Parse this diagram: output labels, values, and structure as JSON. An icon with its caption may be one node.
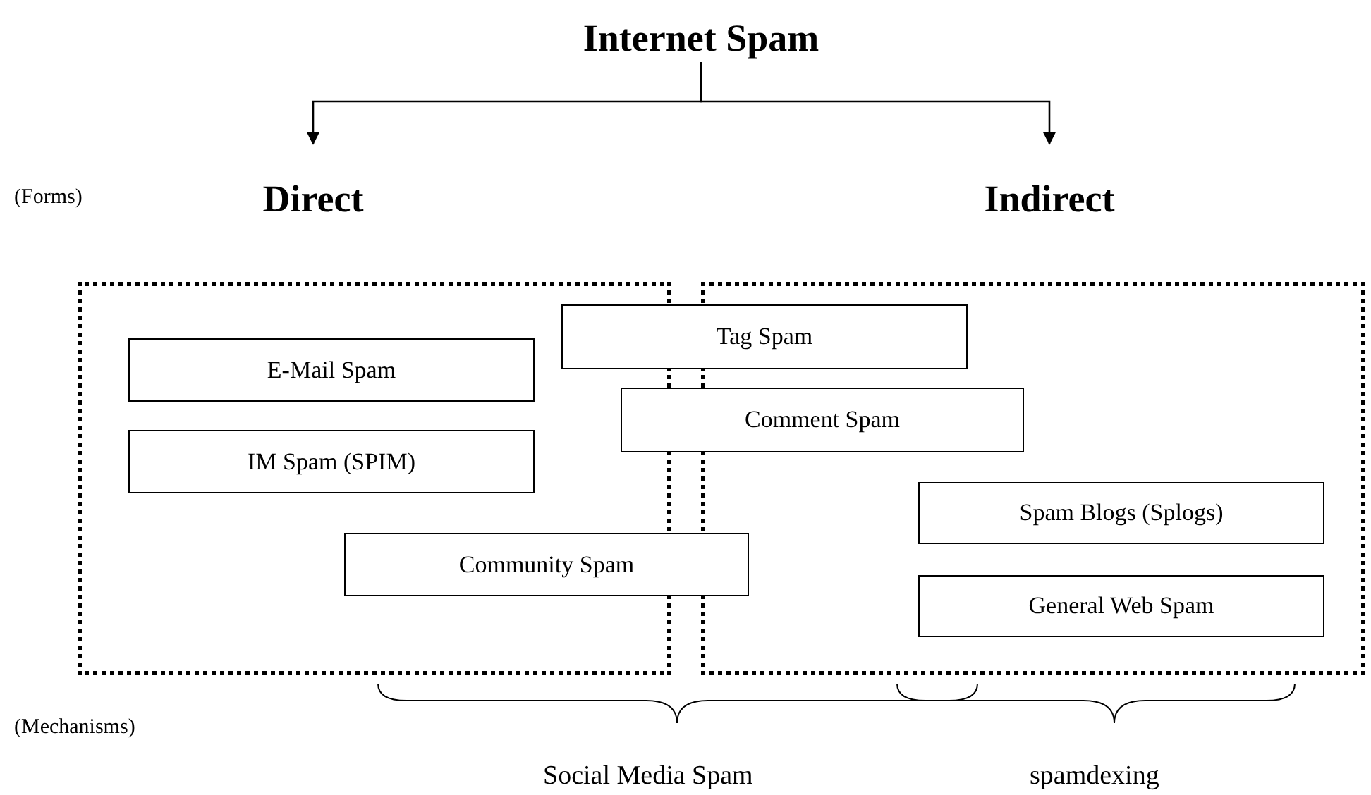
{
  "diagram": {
    "nodes": [
      {
        "text": [
          "Internet Spam"
        ]
      },
      {
        "text": [
          "Direct"
        ]
      },
      {
        "text": [
          "Indirect"
        ]
      },
      {
        "text": [],
        "shape": "box"
      },
      {
        "text": [],
        "shape": "box"
      },
      {
        "text": [
          "Tag Spam"
        ]
      },
      {
        "text": [
          "E-Mail Spam"
        ],
        "in": 3
      },
      {
        "text": [
          "Comment Spam"
        ]
      },
      {
        "text": [
          "IM Spam (SPIM)"
        ],
        "in": 3
      },
      {
        "text": [
          "Spam Blogs (Splogs)"
        ],
        "in": 4
      },
      {
        "text": [
          "Community Spam"
        ]
      },
      {
        "text": [
          "General Web Spam"
        ],
        "in": 4
      }
    ],
    "edges": [
      {
        "from": 0,
        "to": 1,
        "arrow": "to"
      },
      {
        "from": 0,
        "to": 2,
        "arrow": "to"
      }
    ],
    "labels": [
      "(Forms)",
      "(Mechanisms)",
      "Social Media Spam",
      "spamdexing"
    ]
  }
}
